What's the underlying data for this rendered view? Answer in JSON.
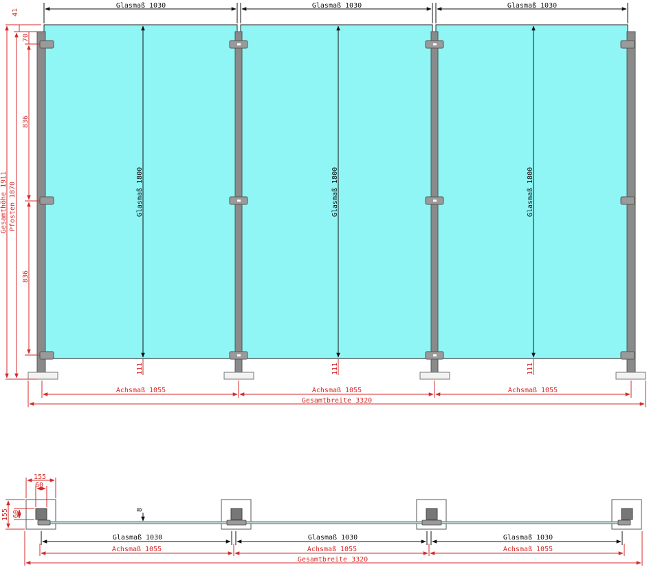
{
  "colors": {
    "glass": "#8ff5f5",
    "post": "#8a8a8a",
    "post_dark": "#555555",
    "dimension_black": "#111111",
    "dimension_red": "#d42a2a",
    "base_plate": "#f2f2f2"
  },
  "front_view": {
    "glass_width_labels": [
      "Glasmaß 1030",
      "Glasmaß 1030",
      "Glasmaß 1030"
    ],
    "glass_height_labels": [
      "Glasmaß 1800",
      "Glasmaß 1800",
      "Glasmaß 1800"
    ],
    "axis_labels": [
      "Achsmaß 1055",
      "Achsmaß 1055",
      "Achsmaß 1055"
    ],
    "total_width_label": "Gesamtbreite 3320",
    "total_height_label": "Gesamthöhe 1911",
    "post_height_label": "Pfosten 1870",
    "top_offset_label": "41",
    "clamp_top_label": "70",
    "clamp_spacing_labels": [
      "836",
      "836"
    ],
    "ground_gap_label": "111"
  },
  "top_view": {
    "plate_width_label": "155",
    "post_width_label": "60",
    "plate_depth_label": "155",
    "post_depth_label": "60",
    "glass_thickness_label": "8",
    "glass_width_labels": [
      "Glasmaß 1030",
      "Glasmaß 1030",
      "Glasmaß 1030"
    ],
    "axis_labels": [
      "Achsmaß 1055",
      "Achsmaß 1055",
      "Achsmaß 1055"
    ],
    "total_width_label": "Gesamtbreite 3320"
  }
}
